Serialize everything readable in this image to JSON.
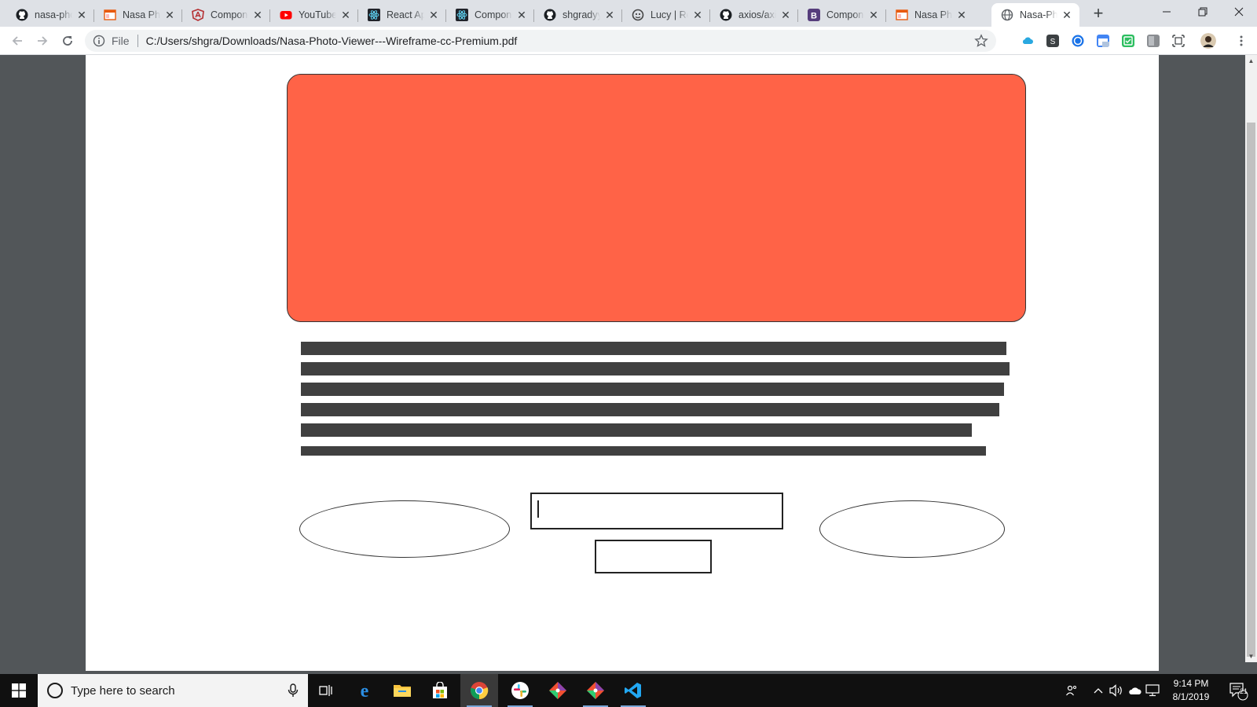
{
  "browser": {
    "tabs": [
      {
        "title": "nasa-pho",
        "icon": "github-icon"
      },
      {
        "title": "Nasa Pho",
        "icon": "pdf-document-icon"
      },
      {
        "title": "Compone",
        "icon": "angular-icon"
      },
      {
        "title": "YouTube",
        "icon": "youtube-icon"
      },
      {
        "title": "React Ap",
        "icon": "react-icon"
      },
      {
        "title": "Compone",
        "icon": "react-icon"
      },
      {
        "title": "shgradyy",
        "icon": "github-icon"
      },
      {
        "title": "Lucy | Re",
        "icon": "lucy-icon"
      },
      {
        "title": "axios/axic",
        "icon": "github-icon"
      },
      {
        "title": "Compone",
        "icon": "bootstrap-icon"
      },
      {
        "title": "Nasa Pho",
        "icon": "pdf-document-icon"
      },
      {
        "title": "Nasa-Pho",
        "icon": "globe-icon"
      }
    ],
    "active_tab_index": 11,
    "new_tab_label": "+",
    "address": {
      "scheme_label": "File",
      "url": "C:/Users/shgra/Downloads/Nasa-Photo-Viewer---Wireframe-cc-Premium.pdf"
    }
  },
  "colors": {
    "hero_fill": "#ff6347",
    "text_bar": "#404040",
    "viewer_bg": "#525659",
    "taskbar_bg": "#101010"
  },
  "wireframe": {
    "text_line_fractions": [
      0.98,
      0.985,
      0.977,
      0.97,
      0.932,
      0.952
    ],
    "input_has_caret": true
  },
  "taskbar": {
    "search_placeholder": "Type here to search",
    "apps": [
      "task-view-icon",
      "edge-icon",
      "file-explorer-icon",
      "store-icon",
      "chrome-icon",
      "slack-icon",
      "git-icon",
      "git-icon",
      "vscode-icon"
    ],
    "time": "9:14 PM",
    "date": "8/1/2019",
    "notification_count": "21"
  }
}
